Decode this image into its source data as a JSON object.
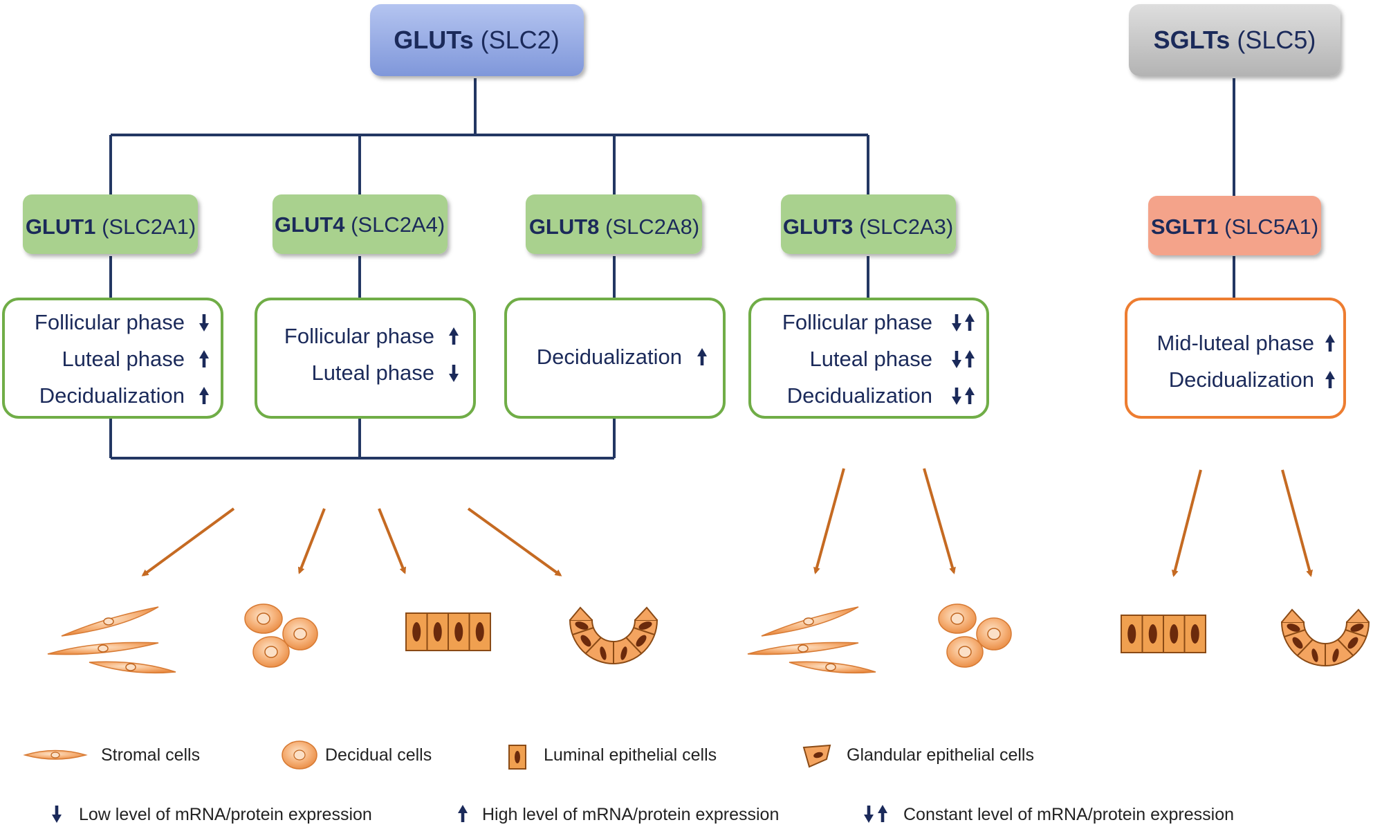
{
  "families": [
    {
      "name": "GLUTs",
      "code": "(SLC2)"
    },
    {
      "name": "SGLTs",
      "code": "(SLC5)"
    }
  ],
  "transporters": [
    {
      "name": "GLUT1",
      "code": "(SLC2A1)"
    },
    {
      "name": "GLUT4",
      "code": "(SLC2A4)"
    },
    {
      "name": "GLUT8",
      "code": "(SLC2A8)"
    },
    {
      "name": "GLUT3",
      "code": "(SLC2A3)"
    },
    {
      "name": "SGLT1",
      "code": "(SLC5A1)"
    }
  ],
  "phases": [
    [
      {
        "label": "Follicular phase",
        "expr": "low"
      },
      {
        "label": "Luteal phase",
        "expr": "high"
      },
      {
        "label": "Decidualization",
        "expr": "high"
      }
    ],
    [
      {
        "label": "Follicular phase",
        "expr": "high"
      },
      {
        "label": "Luteal phase",
        "expr": "low"
      }
    ],
    [
      {
        "label": "Decidualization",
        "expr": "high"
      }
    ],
    [
      {
        "label": "Follicular phase",
        "expr": "constant"
      },
      {
        "label": "Luteal phase",
        "expr": "constant"
      },
      {
        "label": "Decidualization",
        "expr": "constant"
      }
    ],
    [
      {
        "label": "Mid-luteal phase",
        "expr": "high"
      },
      {
        "label": "Decidualization",
        "expr": "high"
      }
    ]
  ],
  "legend": {
    "cells": [
      {
        "label": "Stromal cells",
        "icon": "stromal-cell-icon"
      },
      {
        "label": "Decidual cells",
        "icon": "decidual-cell-icon"
      },
      {
        "label": "Luminal epithelial cells",
        "icon": "luminal-epithelial-icon"
      },
      {
        "label": "Glandular epithelial cells",
        "icon": "glandular-epithelial-icon"
      }
    ],
    "expression": [
      {
        "label": "Low level of mRNA/protein expression",
        "icon": "arrow-down-icon"
      },
      {
        "label": "High level of mRNA/protein expression",
        "icon": "arrow-up-icon"
      },
      {
        "label": "Constant level of mRNA/protein expression",
        "icon": "arrow-down-up-icon"
      }
    ]
  },
  "colors": {
    "line": "#233763",
    "text": "#1b2a5a",
    "glut_family": "#8fa6e0",
    "sglt_family": "#c6c6c6",
    "glut_box": "#a9d18e",
    "sglt_box": "#f4a38a",
    "glut_border": "#70ad47",
    "sglt_border": "#ed7d31",
    "arrow": "#c56a22",
    "cell_fill": "#f4a460",
    "cell_stroke": "#c0651f"
  }
}
